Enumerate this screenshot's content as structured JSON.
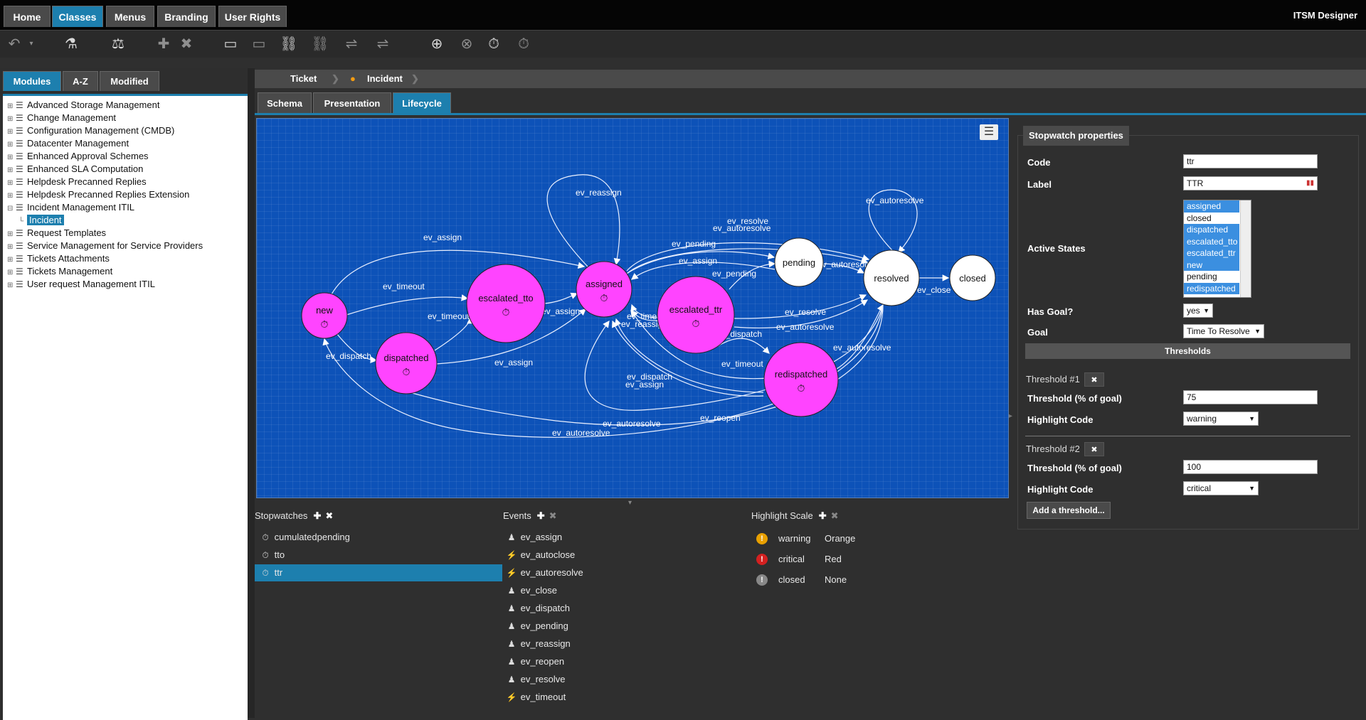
{
  "app": {
    "title": "ITSM Designer"
  },
  "nav": {
    "tabs": [
      "Home",
      "Classes",
      "Menus",
      "Branding",
      "User Rights"
    ],
    "active": "Classes"
  },
  "toolbar": {
    "icons": [
      "undo-icon",
      "flask-icon",
      "scales-icon",
      "add-icon",
      "delete-icon",
      "add-field-icon",
      "remove-field-icon",
      "add-link-icon",
      "remove-link-icon",
      "add-transition-icon",
      "remove-transition-icon",
      "edit-transition-icon",
      "remove-transition2-icon",
      "add-state-icon",
      "remove-state-icon",
      "add-stopwatch-icon",
      "remove-stopwatch-icon"
    ]
  },
  "left_tabs": [
    "Modules",
    "A-Z",
    "Modified"
  ],
  "modules": [
    "Advanced Storage Management",
    "Change Management",
    "Configuration Management (CMDB)",
    "Datacenter Management",
    "Enhanced Approval Schemes",
    "Enhanced SLA Computation",
    "Helpdesk Precanned Replies",
    "Helpdesk Precanned Replies Extension",
    "Incident Management ITIL",
    "Incident",
    "Request Templates",
    "Service Management for Service Providers",
    "Tickets Attachments",
    "Tickets Management",
    "User request Management ITIL"
  ],
  "breadcrumb": [
    "Ticket",
    "Incident"
  ],
  "sub_tabs": [
    "Schema",
    "Presentation",
    "Lifecycle"
  ],
  "graph": {
    "states": [
      {
        "id": "new",
        "label": "new",
        "stopwatch": true
      },
      {
        "id": "dispatched",
        "label": "dispatched",
        "stopwatch": true
      },
      {
        "id": "escalated_tto",
        "label": "escalated_tto",
        "stopwatch": true
      },
      {
        "id": "assigned",
        "label": "assigned",
        "stopwatch": true
      },
      {
        "id": "escalated_ttr",
        "label": "escalated_ttr",
        "stopwatch": true
      },
      {
        "id": "pending",
        "label": "pending",
        "stopwatch": false
      },
      {
        "id": "redispatched",
        "label": "redispatched",
        "stopwatch": true
      },
      {
        "id": "resolved",
        "label": "resolved",
        "stopwatch": false
      },
      {
        "id": "closed",
        "label": "closed",
        "stopwatch": false
      }
    ],
    "edge_labels": [
      "ev_assign",
      "ev_timeout",
      "ev_dispatch",
      "ev_timeout",
      "ev_assign",
      "ev_assign",
      "ev_reassign",
      "ev_resolve",
      "ev_autoresolve",
      "ev_pending",
      "ev_assign",
      "ev_pending",
      "ev_autoresolve",
      "ev_close",
      "ev_autoresolve",
      "ev_timeout",
      "ev_reassign",
      "ev_resolve",
      "ev_autoresolve",
      "ev_dispatch",
      "ev_timeout",
      "ev_autoresolve",
      "ev_dispatch",
      "ev_assign",
      "ev_reopen",
      "ev_autoresolve",
      "ev_autoresolve"
    ]
  },
  "stopwatches": {
    "title": "Stopwatches",
    "items": [
      "cumulatedpending",
      "tto",
      "ttr"
    ],
    "selected": "ttr"
  },
  "events": {
    "title": "Events",
    "items": [
      {
        "name": "ev_assign",
        "icon": "user-icon"
      },
      {
        "name": "ev_autoclose",
        "icon": "bolt-icon"
      },
      {
        "name": "ev_autoresolve",
        "icon": "bolt-icon"
      },
      {
        "name": "ev_close",
        "icon": "user-icon"
      },
      {
        "name": "ev_dispatch",
        "icon": "user-icon"
      },
      {
        "name": "ev_pending",
        "icon": "user-icon"
      },
      {
        "name": "ev_reassign",
        "icon": "user-icon"
      },
      {
        "name": "ev_reopen",
        "icon": "user-icon"
      },
      {
        "name": "ev_resolve",
        "icon": "user-icon"
      },
      {
        "name": "ev_timeout",
        "icon": "bolt-icon"
      }
    ]
  },
  "highlight_scale": {
    "title": "Highlight Scale",
    "items": [
      {
        "code": "warning",
        "color": "Orange",
        "hex": "#e8a000"
      },
      {
        "code": "critical",
        "color": "Red",
        "hex": "#d42020"
      },
      {
        "code": "closed",
        "color": "None",
        "hex": "#888888"
      }
    ]
  },
  "properties": {
    "title": "Stopwatch properties",
    "code_label": "Code",
    "code": "ttr",
    "label_label": "Label",
    "label": "TTR",
    "active_states_label": "Active States",
    "active_states": [
      {
        "name": "assigned",
        "selected": true
      },
      {
        "name": "closed",
        "selected": false
      },
      {
        "name": "dispatched",
        "selected": true
      },
      {
        "name": "escalated_tto",
        "selected": true
      },
      {
        "name": "escalated_ttr",
        "selected": true
      },
      {
        "name": "new",
        "selected": true
      },
      {
        "name": "pending",
        "selected": false
      },
      {
        "name": "redispatched",
        "selected": true
      }
    ],
    "has_goal_label": "Has Goal?",
    "has_goal": "yes",
    "goal_label": "Goal",
    "goal": "Time To Resolve",
    "thresholds_title": "Thresholds",
    "thresholds": [
      {
        "title": "Threshold #1",
        "pct_label": "Threshold (% of goal)",
        "pct": "75",
        "hl_label": "Highlight Code",
        "hl": "warning"
      },
      {
        "title": "Threshold #2",
        "pct_label": "Threshold (% of goal)",
        "pct": "100",
        "hl_label": "Highlight Code",
        "hl": "critical"
      }
    ],
    "add_threshold": "Add a threshold..."
  },
  "colors": {
    "accent": "#1d7fae",
    "canvas": "#0d52b8",
    "state_active": "#ff44ff",
    "state_plain": "#ffffff"
  }
}
